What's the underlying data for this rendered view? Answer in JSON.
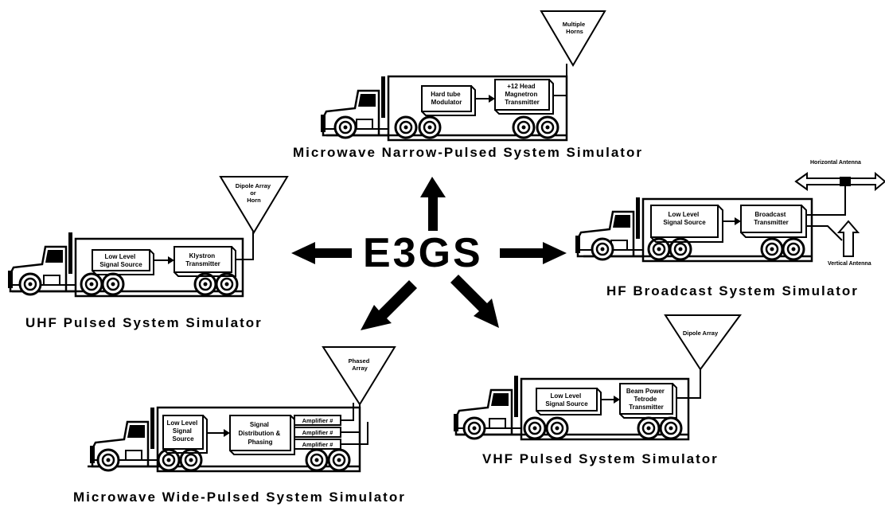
{
  "center_label": "E3GS",
  "simulators": {
    "microwave_narrow": {
      "caption": "Microwave Narrow-Pulsed System Simulator",
      "antenna": [
        "Multiple",
        "Horns"
      ],
      "blocks": [
        [
          "Hard tube",
          "Modulator"
        ],
        [
          "+12 Head",
          "Magnetron",
          "Transmitter"
        ]
      ]
    },
    "uhf": {
      "caption": "UHF Pulsed System Simulator",
      "antenna": [
        "Dipole Array",
        "or",
        "Horn"
      ],
      "blocks": [
        [
          "Low Level",
          "Signal Source"
        ],
        [
          "Klystron",
          "Transmitter"
        ]
      ]
    },
    "hf": {
      "caption": "HF Broadcast System Simulator",
      "antenna_horizontal": "Horizontal Antenna",
      "antenna_vertical": "Vertical Antenna",
      "blocks": [
        [
          "Low Level",
          "Signal Source"
        ],
        [
          "Broadcast",
          "Transmitter"
        ]
      ]
    },
    "vhf": {
      "caption": "VHF Pulsed System Simulator",
      "antenna": [
        "Dipole Array"
      ],
      "blocks": [
        [
          "Low Level",
          "Signal Source"
        ],
        [
          "Beam Power",
          "Tetrode",
          "Transmitter"
        ]
      ]
    },
    "microwave_wide": {
      "caption": "Microwave Wide-Pulsed System Simulator",
      "antenna": [
        "Phased",
        "Array"
      ],
      "blocks": [
        [
          "Low Level",
          "Signal",
          "Source"
        ],
        [
          "Signal",
          "Distribution &",
          "Phasing"
        ]
      ],
      "amplifiers": [
        "Amplifier #",
        "Amplifier #",
        "Amplifier #"
      ]
    }
  }
}
